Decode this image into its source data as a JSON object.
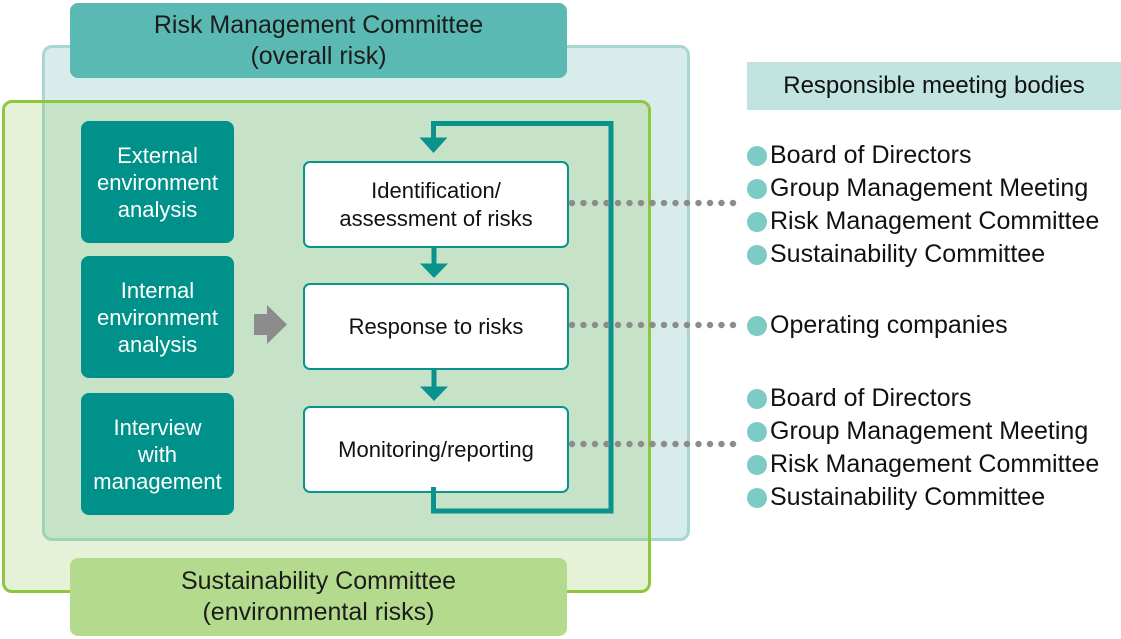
{
  "banners": {
    "top": {
      "line1": "Risk Management Committee",
      "line2": "(overall risk)"
    },
    "bottom": {
      "line1": "Sustainability Committee",
      "line2": "(environmental risks)"
    }
  },
  "inputs": [
    {
      "text": "External\nenvironment\nanalysis"
    },
    {
      "text": "Internal\nenvironment\nanalysis"
    },
    {
      "text": "Interview\nwith\nmanagement"
    }
  ],
  "process": {
    "steps": [
      {
        "label": "Identification/\nassessment of risks"
      },
      {
        "label": "Response to risks"
      },
      {
        "label": "Monitoring/reporting"
      }
    ]
  },
  "legend": {
    "header": "Responsible meeting bodies",
    "groups": [
      {
        "items": [
          "Board of Directors",
          "Group Management Meeting",
          "Risk Management Committee",
          "Sustainability Committee"
        ]
      },
      {
        "items": [
          "Operating companies"
        ]
      },
      {
        "items": [
          "Board of Directors",
          "Group Management Meeting",
          "Risk Management Committee",
          "Sustainability Committee"
        ]
      }
    ]
  },
  "icons": {
    "flow_loop": "feedback-loop-arrow",
    "step_connector": "down-arrow-icon",
    "input_to_process": "right-block-arrow-icon",
    "legend_bullet": "circle-bullet-icon",
    "step_to_body": "dotted-connector-line"
  },
  "colors": {
    "blue_fill": "#D7ECEB",
    "blue_border": "#A8D6D2",
    "green_fill": "rgba(141,198,75,0.22)",
    "green_border": "#8DC63F",
    "teal_banner": "#5AB9B3",
    "green_banner": "#B4DB8D",
    "input_box": "#00928A",
    "line_teal": "#0A938C",
    "legend_header_bg": "#C2E4E0",
    "bullet": "#7DCBC5",
    "dot_gray": "#8C8C8C",
    "arrow_gray": "#8C8C8C",
    "text_dark": "#1C1C1C",
    "text_white": "#FFFFFF"
  }
}
